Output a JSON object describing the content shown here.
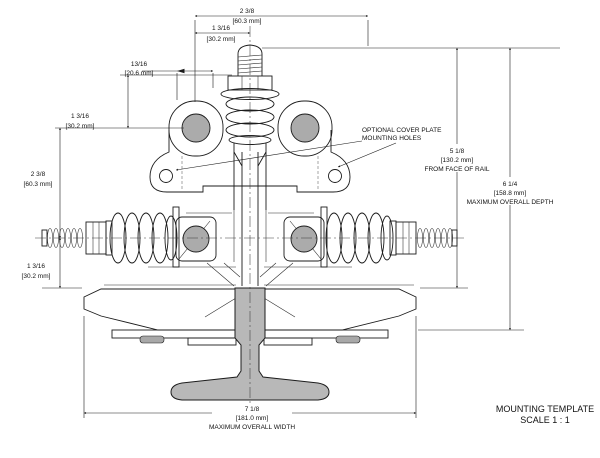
{
  "drawing": {
    "title": "MOUNTING TEMPLATE",
    "scale": "SCALE 1 : 1"
  },
  "dimensions": {
    "top_hole_spacing": {
      "inch": "2 3/8",
      "mm": "[60.3 mm]"
    },
    "top_hole_offset": {
      "inch": "1 3/16",
      "mm": "[30.2 mm]"
    },
    "boss_width": {
      "inch": "13/16",
      "mm": "[20.6 mm]"
    },
    "seat_to_hole_row": {
      "inch": "1 3/16",
      "mm": "[30.2 mm]"
    },
    "hole_row_spacing": {
      "inch": "2 3/8",
      "mm": "[60.3 mm]"
    },
    "spring_row_to_rail": {
      "inch": "1 3/16",
      "mm": "[30.2 mm]"
    },
    "face_of_rail": {
      "inch": "5 1/8",
      "mm": "[130.2 mm]",
      "note": "FROM FACE OF RAIL"
    },
    "overall_depth": {
      "inch": "6 1/4",
      "mm": "[158.8 mm]",
      "note": "MAXIMUM OVERALL DEPTH"
    },
    "overall_width": {
      "inch": "7 1/8",
      "mm": "[181.0 mm]",
      "note": "MAXIMUM OVERALL WIDTH"
    }
  },
  "notes": {
    "cover_plate": {
      "line1": "OPTIONAL COVER PLATE",
      "line2": "MOUNTING HOLES"
    }
  },
  "colors": {
    "line": "#1c1c1c",
    "metal_gray": "#ababab",
    "rail_gray": "#b8b8b8",
    "background": "#ffffff"
  }
}
